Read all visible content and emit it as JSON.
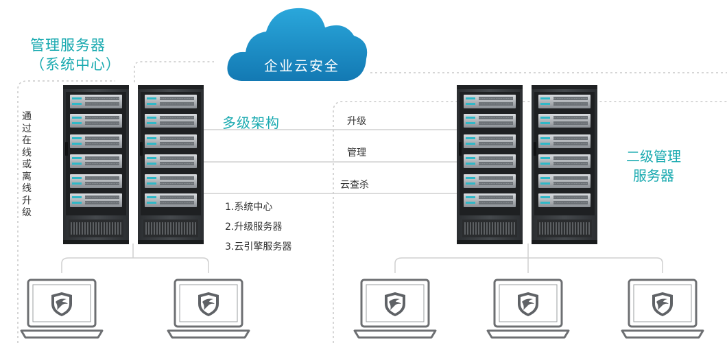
{
  "colors": {
    "accent": "#1aaab0",
    "cloud": "#1d93c6",
    "rack": "#3a3d40",
    "line": "#cfcfcf"
  },
  "main_server": {
    "line1": "管理服务器",
    "line2": "（系统中心）"
  },
  "cloud": {
    "label": "企业云安全"
  },
  "left_note": "通过在线或离线升级",
  "architecture_label": "多级架构",
  "connections": {
    "upgrade": "升级",
    "manage": "管理",
    "cloud_scan": "云查杀"
  },
  "functions": [
    "1.系统中心",
    "2.升级服务器",
    "3.云引擎服务器"
  ],
  "secondary_server": {
    "line1": "二级管理",
    "line2": "服务器"
  },
  "icons": [
    "cloud-icon",
    "server-rack-icon",
    "laptop-icon",
    "shield-eagle-icon"
  ]
}
